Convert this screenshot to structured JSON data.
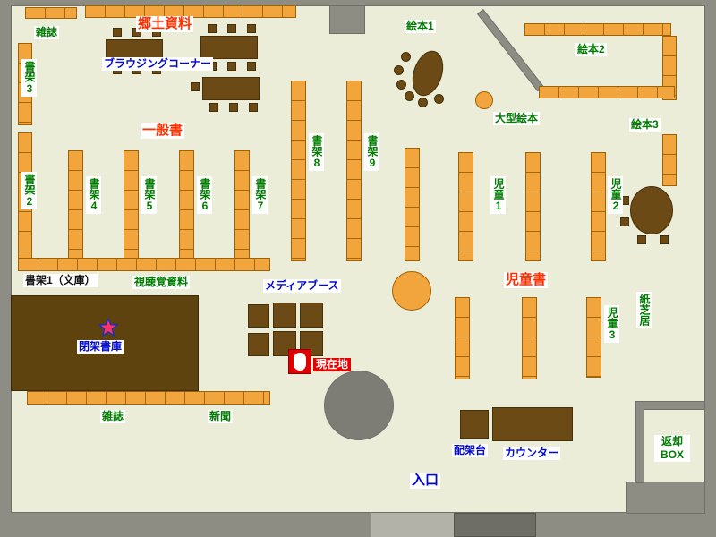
{
  "colors": {
    "floor": "#ecedd9",
    "wall_gray": "#8d8d84",
    "shelf_orange": "#f3a53d",
    "furniture_brown": "#6b4a15",
    "closed_stacks_brown": "#5e430f",
    "location_red": "#e60000",
    "label_green": "#007c00",
    "label_blue": "#0008d0",
    "label_red": "#ff3000"
  },
  "labels": {
    "magazines_top": "雑誌",
    "local_materials": "郷土資料",
    "browsing_corner": "ブラウジングコーナー",
    "picture_books_1": "絵本1",
    "picture_books_2": "絵本2",
    "large_picture_books": "大型絵本",
    "picture_books_3": "絵本3",
    "shelf_3": "書架3",
    "shelf_2": "書架2",
    "general_books": "一般書",
    "shelf_4": "書架4",
    "shelf_5": "書架5",
    "shelf_6": "書架6",
    "shelf_7": "書架7",
    "shelf_8": "書架8",
    "shelf_9": "書架9",
    "children_1": "児童1",
    "children_2": "児童2",
    "childrens_books": "児童書",
    "children_3": "児童3",
    "kamishibai": "紙芝居",
    "shelf_1_bunko": "書架1（文庫）",
    "audio_visual": "視聴覚資料",
    "closed_stacks": "閉架書庫",
    "media_booth": "メディアブース",
    "current_location": "現在地",
    "magazines_bottom": "雑誌",
    "newspapers": "新聞",
    "entrance": "入口",
    "sorting_table": "配架台",
    "counter": "カウンター",
    "return_box": "返却BOX"
  }
}
